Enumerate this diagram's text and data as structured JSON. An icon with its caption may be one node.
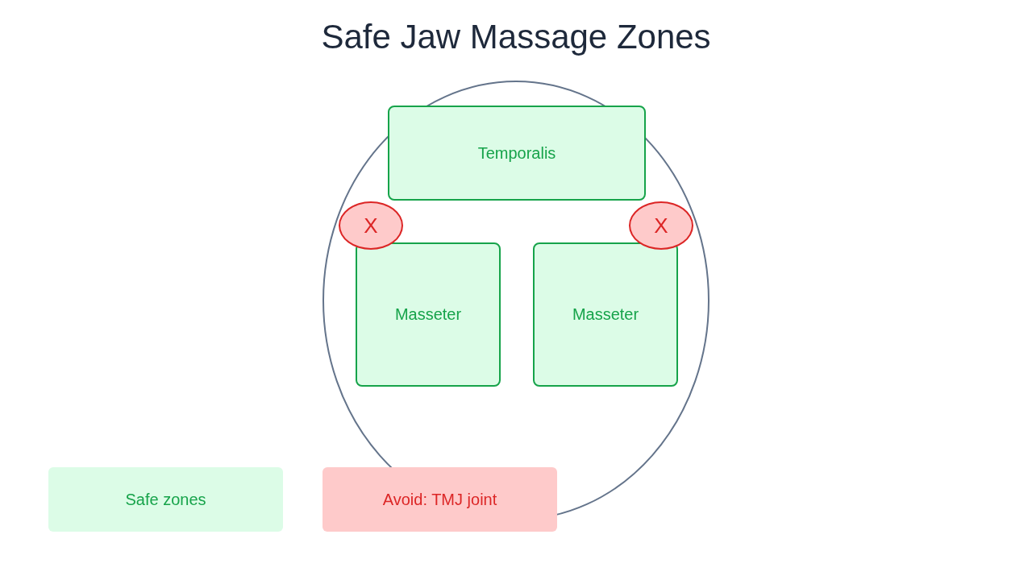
{
  "diagram": {
    "title": "Safe Jaw Massage Zones",
    "nodes": [
      {
        "text": [
          "Temporalis"
        ]
      },
      {
        "text": [
          "X"
        ]
      },
      {
        "text": [
          "X"
        ]
      },
      {
        "text": [
          "Masseter"
        ]
      },
      {
        "text": [
          "Masseter"
        ]
      }
    ],
    "legend": [
      {
        "text": "Safe zones",
        "color": "#dcfce7"
      },
      {
        "text": "Avoid: TMJ joint",
        "color": "#fecaca"
      }
    ]
  }
}
